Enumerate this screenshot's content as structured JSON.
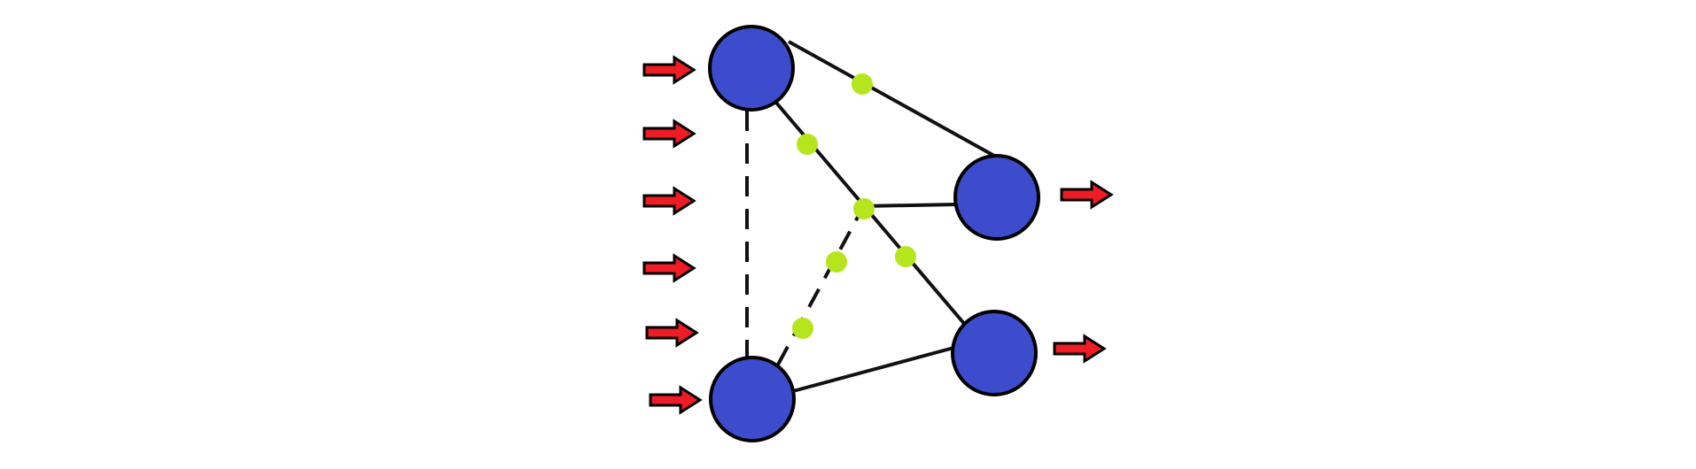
{
  "diagram": {
    "type": "network-diagram",
    "colors": {
      "background": "#ffffff",
      "node_fill": "#3d4ccc",
      "node_stroke": "#000000",
      "edge": "#111111",
      "junction_dot": "#b5e61d",
      "arrow_fill": "#ee1c24",
      "arrow_stroke": "#000000"
    },
    "nodes": [
      {
        "id": "top-left",
        "column": "input"
      },
      {
        "id": "bottom-left",
        "column": "input"
      },
      {
        "id": "upper-right",
        "column": "output"
      },
      {
        "id": "lower-right",
        "column": "output"
      }
    ],
    "edges": [
      {
        "from": "top-left",
        "to": "upper-right",
        "style": "solid",
        "junctions": 1
      },
      {
        "from": "top-left",
        "to": "bottom-left",
        "style": "dashed",
        "junctions": 0
      },
      {
        "from": "top-left",
        "to": "lower-right",
        "style": "solid",
        "junctions": 3
      },
      {
        "from": "bottom-left",
        "to": "center-junction",
        "style": "dashed",
        "junctions": 2
      },
      {
        "from": "center-junction",
        "to": "upper-right",
        "style": "solid",
        "junctions": 0
      },
      {
        "from": "bottom-left",
        "to": "lower-right",
        "style": "solid",
        "junctions": 0
      }
    ],
    "input_arrow_count": 6,
    "output_arrow_count": 2,
    "icons": {
      "input_arrow": "right-arrow-icon",
      "output_arrow": "right-arrow-icon",
      "junction": "junction-dot-icon"
    }
  }
}
